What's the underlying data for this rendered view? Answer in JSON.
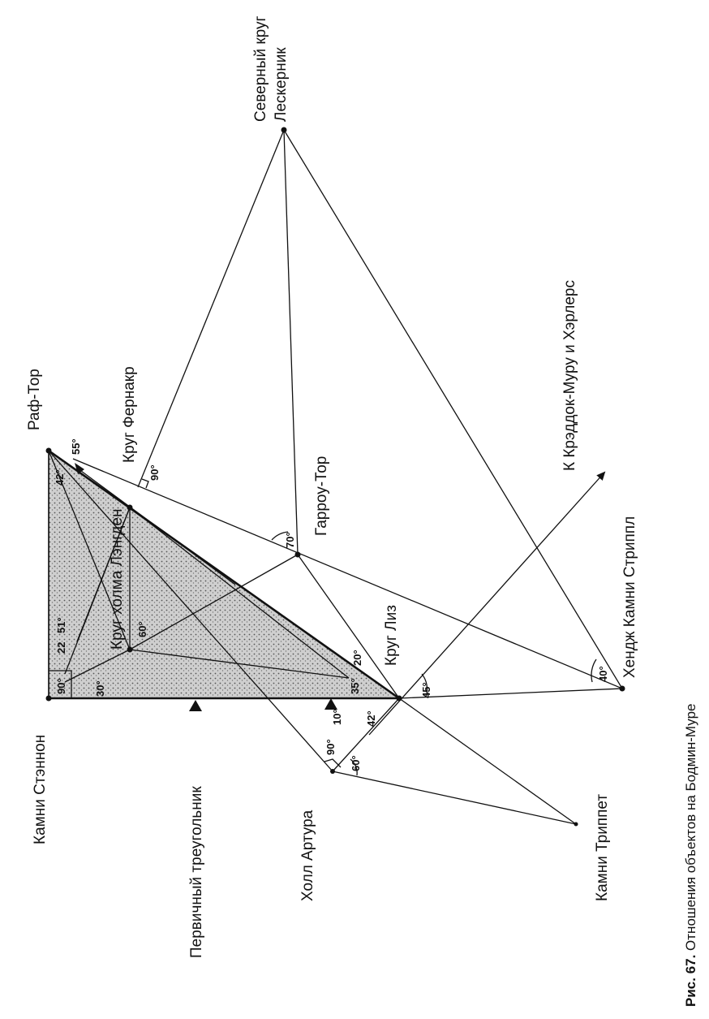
{
  "caption": {
    "number": "Рис. 67.",
    "text": " Отношения объектов на Бодмин-Муре"
  },
  "labels": {
    "severny_krug": "Северный круг",
    "leskernik": "Лескерник",
    "raf_tor": "Раф-Тор",
    "krug_fernakr": "Круг Фернакр",
    "garrou_tor": "Гарроу-Тор",
    "krug_kholma": "Круг холма Лэнгден",
    "krug_liz": "Круг Лиз",
    "hendzh": "Хендж Камни Стриппл",
    "k_kreddok": "К Крэддок-Муру и Хэрлерс",
    "kamni_stennon": "Камни Стэннон",
    "perv_treug": "Первичный треугольник",
    "holl_artura": "Холл Артура",
    "kamni_trippet": "Камни Триппет"
  },
  "angles": {
    "a55": "55°",
    "a42_top": "42°",
    "a90_fern": "90°",
    "a70": "70°",
    "a60_inner": "60°",
    "a22": "22",
    "a51": "51°",
    "a90_stennon": "90°",
    "a30": "30°",
    "a20": "20°",
    "a35": "35°",
    "a45": "45°",
    "a10": "10°",
    "a42_bottom": "42°",
    "a90_holl": "90°",
    "a60_holl": "60°",
    "a40": "40°"
  }
}
